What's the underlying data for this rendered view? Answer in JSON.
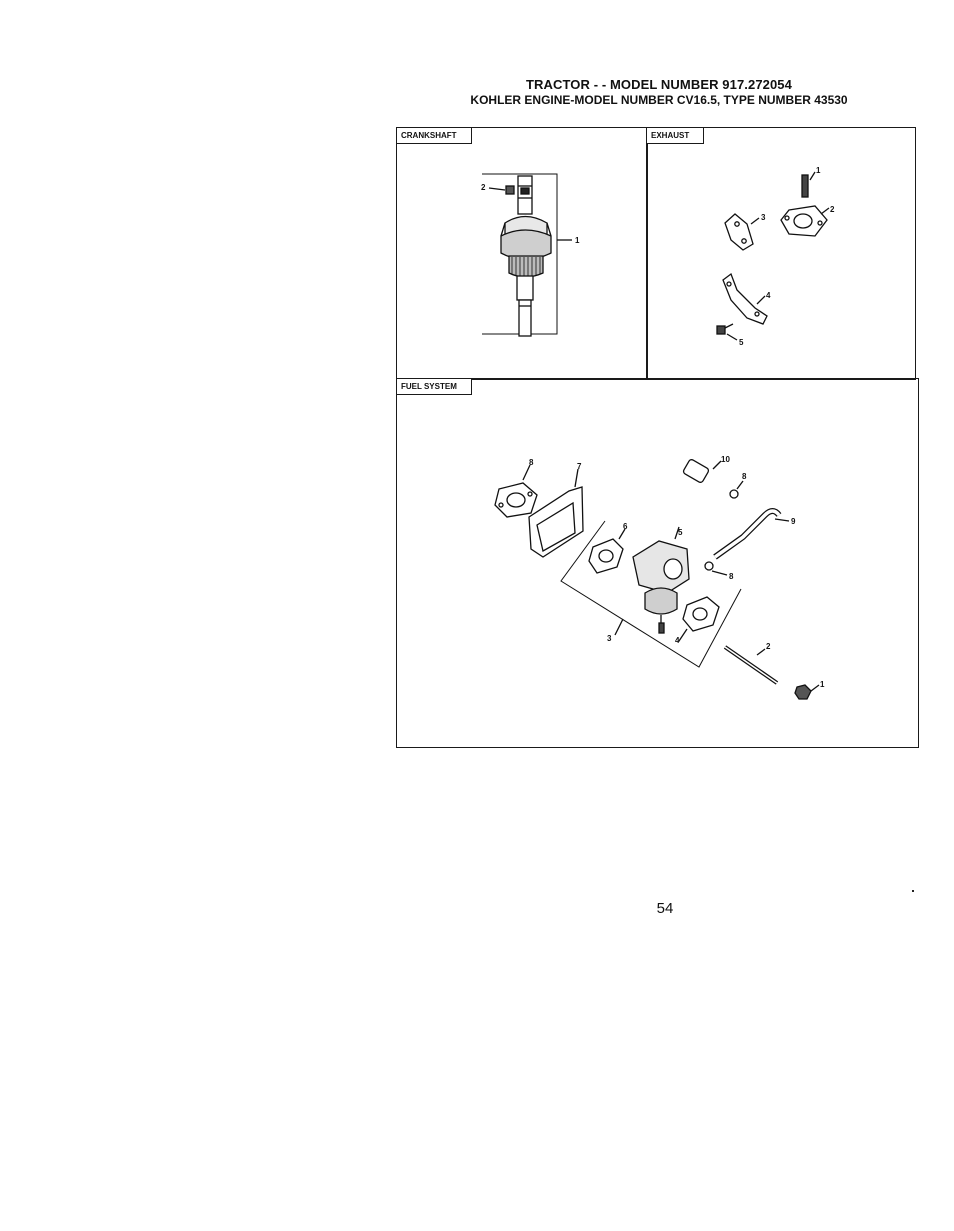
{
  "header": {
    "line1": "TRACTOR - - MODEL NUMBER 917.272054",
    "line2": "KOHLER ENGINE-MODEL NUMBER CV16.5, TYPE NUMBER 43530"
  },
  "panels": {
    "crankshaft": {
      "label": "CRANKSHAFT",
      "callouts": [
        "1",
        "2"
      ]
    },
    "exhaust": {
      "label": "EXHAUST",
      "callouts": [
        "1",
        "2",
        "3",
        "4",
        "5"
      ]
    },
    "fuel_system": {
      "label": "FUEL SYSTEM",
      "callouts": [
        "1",
        "2",
        "3",
        "4",
        "5",
        "6",
        "7",
        "8",
        "8",
        "8",
        "9",
        "10"
      ]
    }
  },
  "footer": {
    "page_number": "54"
  }
}
